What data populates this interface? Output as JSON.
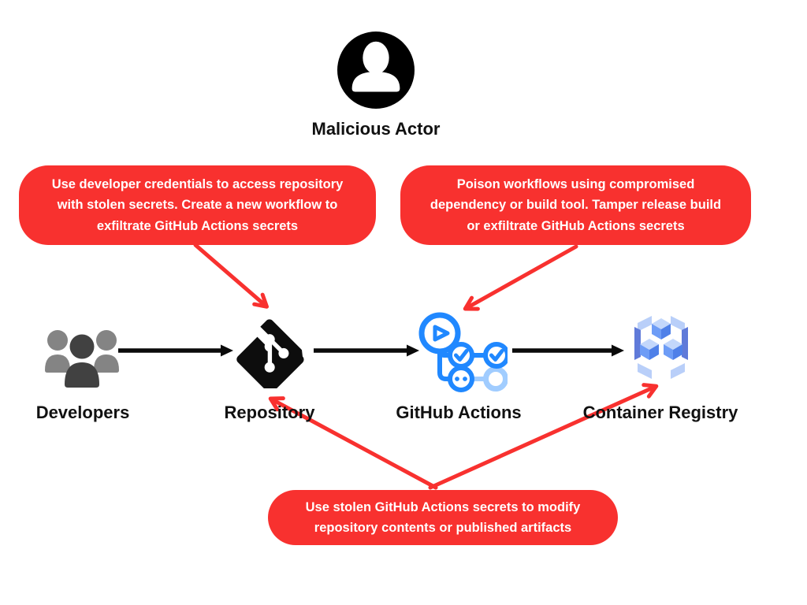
{
  "diagram": {
    "title_context": "GitHub Actions supply-chain attack diagram",
    "actor": {
      "label": "Malicious Actor",
      "icon": "person-avatar-icon"
    },
    "callouts": {
      "left": {
        "text": "Use developer credentials to access repository\nwith stolen secrets. Create a new workflow to\nexfiltrate GitHub Actions secrets",
        "points_to": "Repository"
      },
      "right": {
        "text": "Poison workflows using compromised\ndependency or build tool. Tamper release build\nor exfiltrate GitHub Actions secrets",
        "points_to": "GitHub Actions"
      },
      "bottom": {
        "text": "Use stolen GitHub Actions secrets to modify\nrepository contents or published artifacts",
        "points_to": "Repository, Container Registry"
      }
    },
    "nodes": [
      {
        "id": "developers",
        "label": "Developers",
        "icon": "team-icon"
      },
      {
        "id": "repository",
        "label": "Repository",
        "icon": "git-icon"
      },
      {
        "id": "github-actions",
        "label": "GitHub Actions",
        "icon": "workflow-icon"
      },
      {
        "id": "container-registry",
        "label": "Container Registry",
        "icon": "registry-cubes-icon"
      }
    ],
    "flow": [
      "Developers",
      "Repository",
      "GitHub Actions",
      "Container Registry"
    ],
    "colors": {
      "callout_red": "#f8312f",
      "arrow_red": "#f8312f",
      "arrow_black": "#0a0a0a",
      "actions_blue": "#2088ff",
      "registry_blue_dark": "#5f7ad9",
      "registry_blue_mid": "#6d9cf6",
      "registry_blue_light": "#b9cff9",
      "dev_gray_back": "#848484",
      "dev_gray_front": "#414141"
    }
  }
}
